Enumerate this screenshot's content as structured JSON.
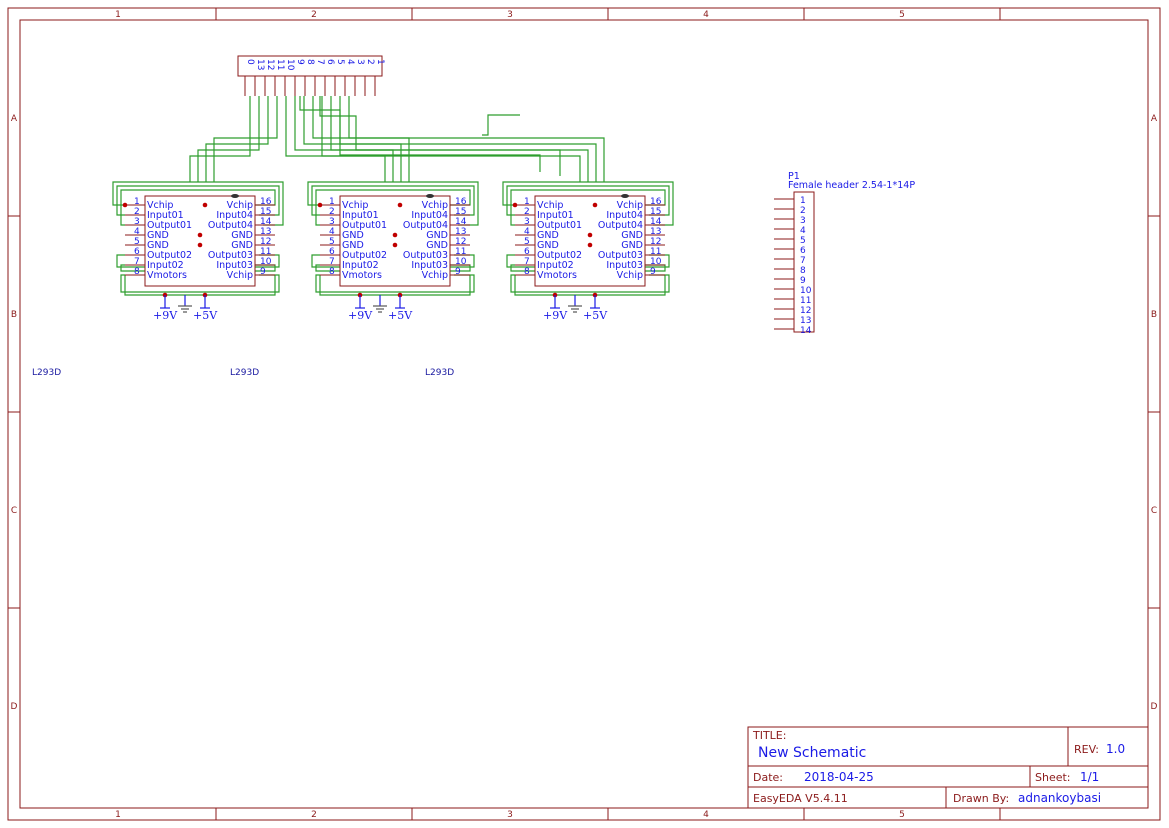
{
  "frame": {
    "cols": [
      "1",
      "2",
      "3",
      "4",
      "5"
    ],
    "rows": [
      "A",
      "B",
      "C",
      "D"
    ]
  },
  "chip_pins": {
    "left": [
      {
        "num": "1",
        "name": "Vchip"
      },
      {
        "num": "2",
        "name": "Input01"
      },
      {
        "num": "3",
        "name": "Output01"
      },
      {
        "num": "4",
        "name": "GND"
      },
      {
        "num": "5",
        "name": "GND"
      },
      {
        "num": "6",
        "name": "Output02"
      },
      {
        "num": "7",
        "name": "Input02"
      },
      {
        "num": "8",
        "name": "Vmotors"
      }
    ],
    "right": [
      {
        "num": "16",
        "name": "Vchip"
      },
      {
        "num": "15",
        "name": "Input04"
      },
      {
        "num": "14",
        "name": "Output04"
      },
      {
        "num": "13",
        "name": "GND"
      },
      {
        "num": "12",
        "name": "GND"
      },
      {
        "num": "11",
        "name": "Output03"
      },
      {
        "num": "10",
        "name": "Input03"
      },
      {
        "num": "9",
        "name": "Vchip"
      }
    ]
  },
  "chips": [
    {
      "label": "L293D"
    },
    {
      "label": "L293D"
    },
    {
      "label": "L293D"
    }
  ],
  "power": {
    "v9": "+9V",
    "v5": "+5V"
  },
  "top_header": {
    "pins": [
      "0",
      "13",
      "12",
      "11",
      "10",
      "9",
      "8",
      "7",
      "6",
      "5",
      "4",
      "3",
      "2",
      "1"
    ]
  },
  "p1_header": {
    "designator": "P1",
    "description": "Female header 2.54-1*14P",
    "pins": [
      "1",
      "2",
      "3",
      "4",
      "5",
      "6",
      "7",
      "8",
      "9",
      "10",
      "11",
      "12",
      "13",
      "14"
    ]
  },
  "title_block": {
    "title_label": "TITLE:",
    "title": "New Schematic",
    "rev_label": "REV:",
    "rev": "1.0",
    "date_label": "Date:",
    "date": "2018-04-25",
    "sheet_label": "Sheet:",
    "sheet": "1/1",
    "tool": "EasyEDA V5.4.11",
    "drawn_label": "Drawn By:",
    "drawn_by": "adnankoybasi"
  }
}
